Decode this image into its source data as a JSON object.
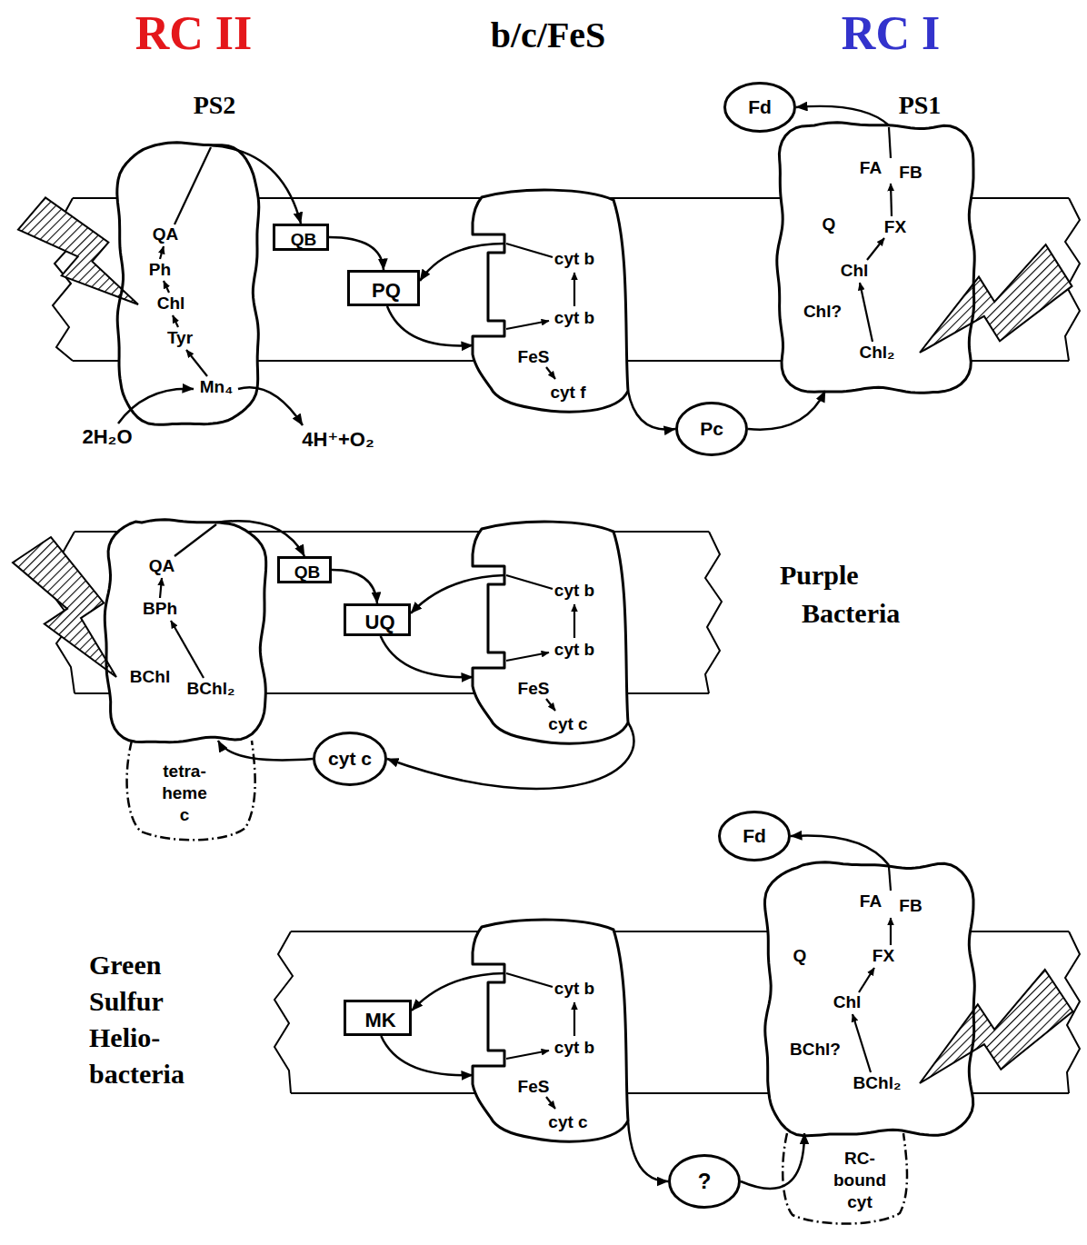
{
  "diagram": {
    "nodes": [
      {
        "text": [
          "QA",
          "Ph",
          "Chl",
          "Tyr",
          "Mn₄"
        ]
      },
      {
        "text": [
          "QB"
        ]
      },
      {
        "text": [
          "PQ"
        ]
      },
      {
        "text": [
          "cyt b",
          "cyt b",
          "FeS",
          "cyt f"
        ]
      },
      {
        "text": [
          "Pc"
        ]
      },
      {
        "text": [
          "Fd"
        ]
      },
      {
        "text": [
          "FA",
          "FB",
          "Q",
          "FX",
          "Chl",
          "Chl?",
          "Chl₂"
        ]
      },
      {
        "text": [
          "QA",
          "BPh",
          "BChl",
          "BChl₂"
        ]
      },
      {
        "text": [
          "tetra- heme c"
        ]
      },
      {
        "text": [
          "QB"
        ]
      },
      {
        "text": [
          "UQ"
        ]
      },
      {
        "text": [
          "cyt b",
          "cyt b",
          "FeS",
          "cyt c"
        ]
      },
      {
        "text": [
          "cyt c"
        ]
      },
      {
        "text": [
          "MK"
        ]
      },
      {
        "text": [
          "cyt b",
          "cyt b",
          "FeS",
          "cyt c"
        ]
      },
      {
        "text": [
          "?"
        ]
      },
      {
        "text": [
          "Fd"
        ]
      },
      {
        "text": [
          "FA",
          "FB",
          "Q",
          "FX",
          "Chl",
          "BChl?",
          "BChl₂"
        ]
      },
      {
        "text": [
          "RC- bound cyt"
        ]
      }
    ],
    "edges": [
      {
        "from": 0,
        "to": 1,
        "arrow": "to"
      },
      {
        "from": 1,
        "to": 2,
        "arrow": "to"
      },
      {
        "from": 3,
        "to": 2,
        "arrow": "to"
      },
      {
        "from": 2,
        "to": 3,
        "arrow": "to"
      },
      {
        "from": 3,
        "to": 4,
        "arrow": "to"
      },
      {
        "from": 4,
        "to": 6,
        "arrow": "to"
      },
      {
        "from": 6,
        "to": 5,
        "arrow": "to"
      },
      {
        "from": 7,
        "to": 9,
        "arrow": "to"
      },
      {
        "from": 9,
        "to": 10,
        "arrow": "to"
      },
      {
        "from": 11,
        "to": 10,
        "arrow": "to"
      },
      {
        "from": 10,
        "to": 11,
        "arrow": "to"
      },
      {
        "from": 11,
        "to": 12,
        "arrow": "to"
      },
      {
        "from": 12,
        "to": 7,
        "arrow": "to"
      },
      {
        "from": 14,
        "to": 13,
        "arrow": "to"
      },
      {
        "from": 13,
        "to": 14,
        "arrow": "to"
      },
      {
        "from": 14,
        "to": 15,
        "arrow": "to"
      },
      {
        "from": 15,
        "to": 17,
        "arrow": "to"
      },
      {
        "from": 17,
        "to": 16,
        "arrow": "to"
      }
    ],
    "labels": [
      "RC II",
      "b/c/FeS",
      "RC I",
      "PS2",
      "PS1",
      "2H₂O",
      "4H⁺+O₂",
      "Purple Bacteria",
      "Green Sulfur Helio- bacteria"
    ]
  }
}
